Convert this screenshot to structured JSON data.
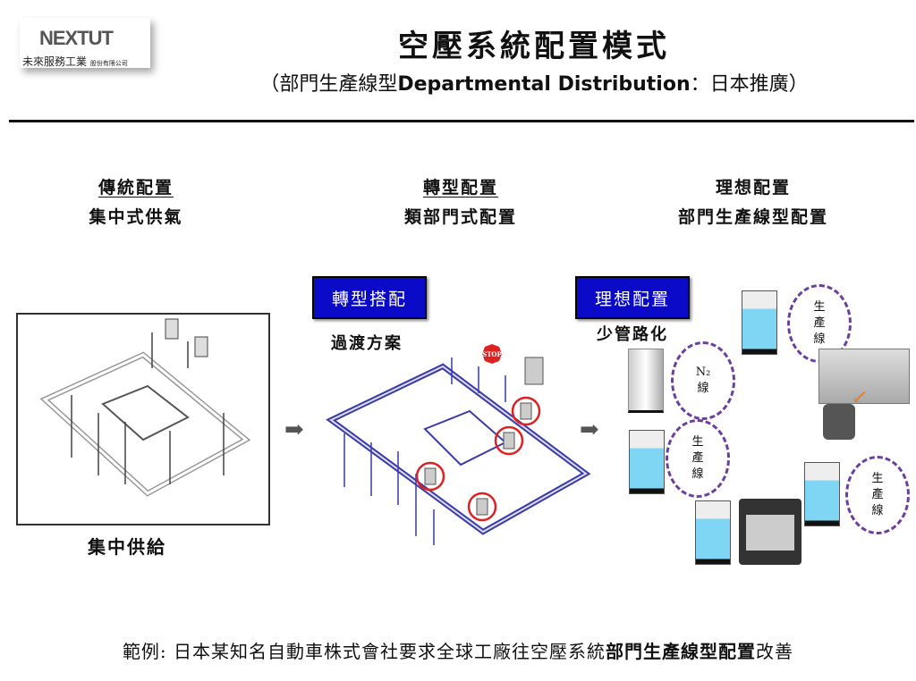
{
  "logo": {
    "brand": "NEXTUT",
    "company": "未來服務工業",
    "company_suffix": "股份有限公司"
  },
  "header": {
    "title": "空壓系統配置模式",
    "subtitle_prefix": "（部門生產線型",
    "subtitle_en": "Departmental Distribution",
    "subtitle_suffix": "：日本推廣）"
  },
  "columns": [
    {
      "heading": "傳統配置",
      "subheading": "集中式供氣",
      "caption": "集中供給"
    },
    {
      "heading": "轉型配置",
      "subheading": "類部門式配置",
      "button": "轉型搭配",
      "label": "過渡方案",
      "stop": "STOP"
    },
    {
      "heading": "理想配置",
      "subheading": "部門生產線型配置",
      "button": "理想配置",
      "label": "少管路化"
    }
  ],
  "ideal": {
    "n2_line": "N₂\n線",
    "line": "生\n產\n線"
  },
  "footer": {
    "prefix": "範例: 日本某知名自動車株式會社要求全球工廠往空壓系統",
    "bold": "部門生產線型配置",
    "suffix": "改善"
  }
}
